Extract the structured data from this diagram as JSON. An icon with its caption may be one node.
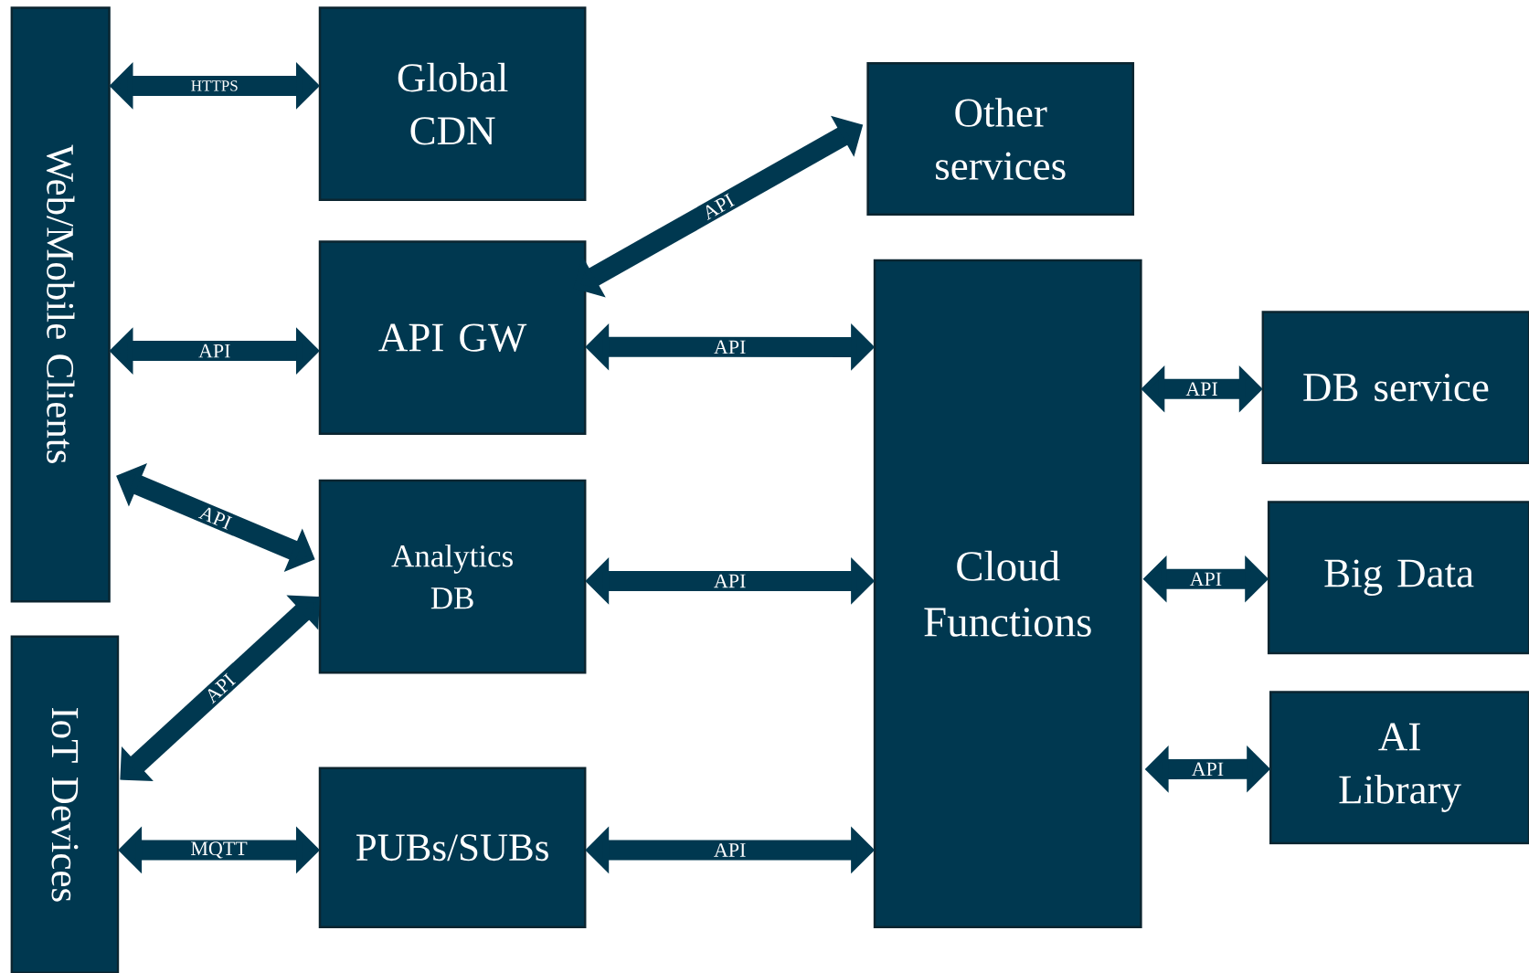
{
  "diagram": {
    "nodes": [
      {
        "text": [
          "Web/Mobile Clients"
        ]
      },
      {
        "text": [
          "IoT Devices"
        ]
      },
      {
        "text": [
          "Global CDN"
        ]
      },
      {
        "text": [
          "Other services"
        ]
      },
      {
        "text": [
          "API GW"
        ]
      },
      {
        "text": [
          "Analytics DB"
        ]
      },
      {
        "text": [
          "PUBs/SUBs"
        ]
      },
      {
        "text": [
          "Cloud Functions"
        ]
      },
      {
        "text": [
          "DB service"
        ]
      },
      {
        "text": [
          "Big Data"
        ]
      },
      {
        "text": [
          "AI Library"
        ]
      }
    ],
    "edges": [
      {
        "from": 0,
        "to": 2,
        "arrow": "both",
        "label": "HTTPS"
      },
      {
        "from": 0,
        "to": 4,
        "arrow": "both",
        "label": "API"
      },
      {
        "from": 0,
        "to": 5,
        "arrow": "both",
        "label": "API"
      },
      {
        "from": 1,
        "to": 5,
        "arrow": "both",
        "label": "API"
      },
      {
        "from": 1,
        "to": 6,
        "arrow": "both",
        "label": "MQTT"
      },
      {
        "from": 4,
        "to": 3,
        "arrow": "both",
        "label": "API"
      },
      {
        "from": 4,
        "to": 7,
        "arrow": "both",
        "label": "API"
      },
      {
        "from": 5,
        "to": 7,
        "arrow": "both",
        "label": "API"
      },
      {
        "from": 6,
        "to": 7,
        "arrow": "both",
        "label": "API"
      },
      {
        "from": 7,
        "to": 8,
        "arrow": "both",
        "label": "API"
      },
      {
        "from": 7,
        "to": 9,
        "arrow": "both",
        "label": "API"
      },
      {
        "from": 7,
        "to": 10,
        "arrow": "both",
        "label": "API"
      }
    ]
  }
}
